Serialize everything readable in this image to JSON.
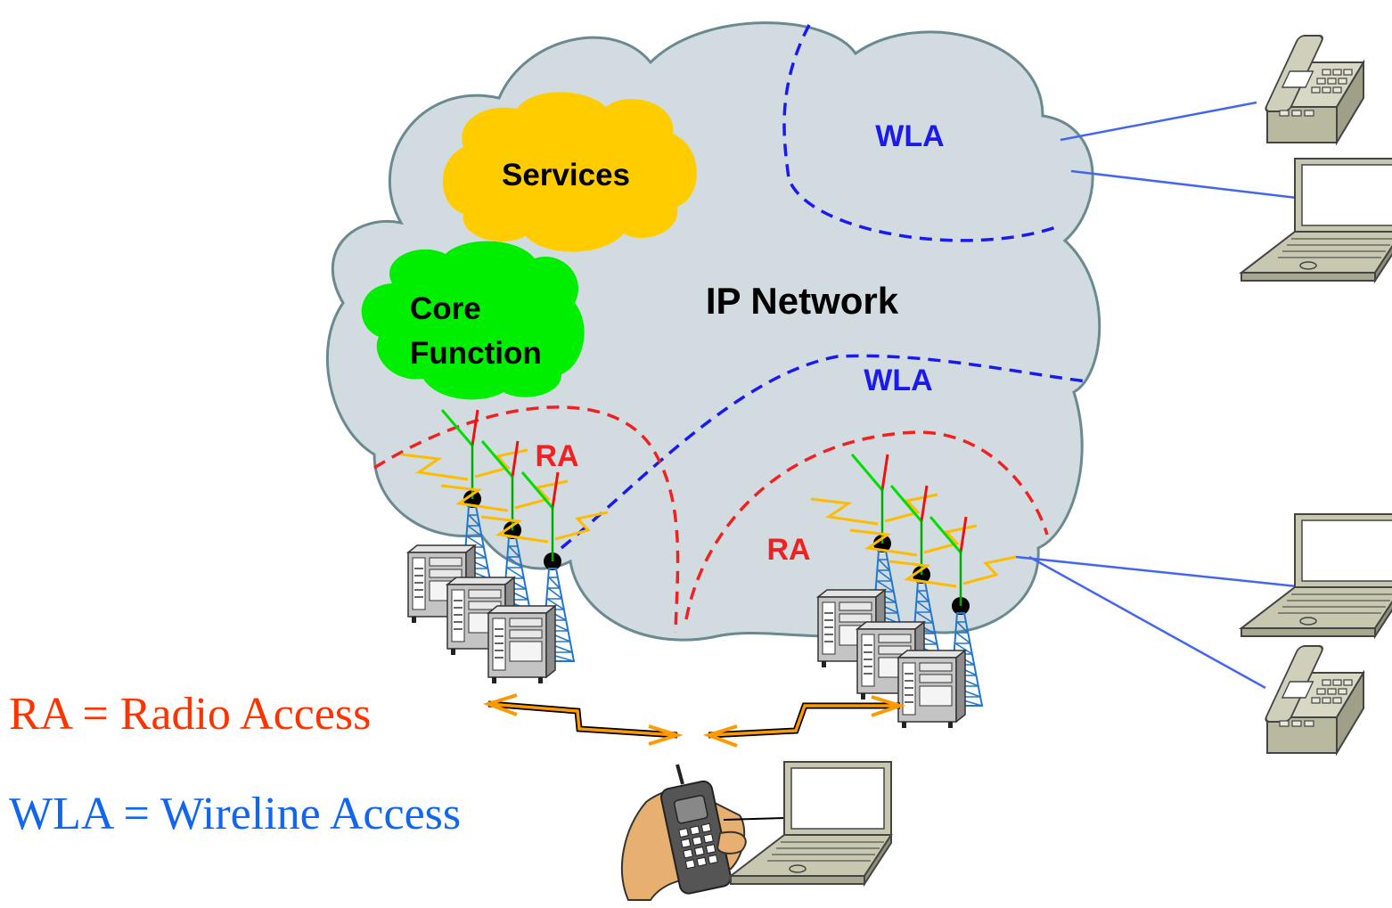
{
  "cloud": {
    "title": "IP Network",
    "fill": "#d2dce0",
    "stroke": "#6a8a90"
  },
  "services": {
    "label": "Services",
    "fill": "#ffcc00"
  },
  "core": {
    "line1": "Core",
    "line2": "Function",
    "fill": "#00ee00"
  },
  "regions": {
    "wla_top": "WLA",
    "wla_mid": "WLA",
    "ra_left": "RA",
    "ra_right": "RA"
  },
  "legend": {
    "ra": "RA = Radio Access",
    "wla": "WLA = Wireline Access"
  },
  "colors": {
    "ra": "#ee2222",
    "wla": "#1a1aee",
    "legend_ra": "#ff3300",
    "legend_wla": "#1166ee",
    "link": "#4466ee",
    "tower": "#2277cc",
    "device": "#c8c8b0"
  },
  "icons": {
    "phone": "desk-phone-icon",
    "laptop": "laptop-icon",
    "server": "server-icon",
    "tower": "radio-tower-icon",
    "mobile": "mobile-phone-in-hand-icon"
  }
}
